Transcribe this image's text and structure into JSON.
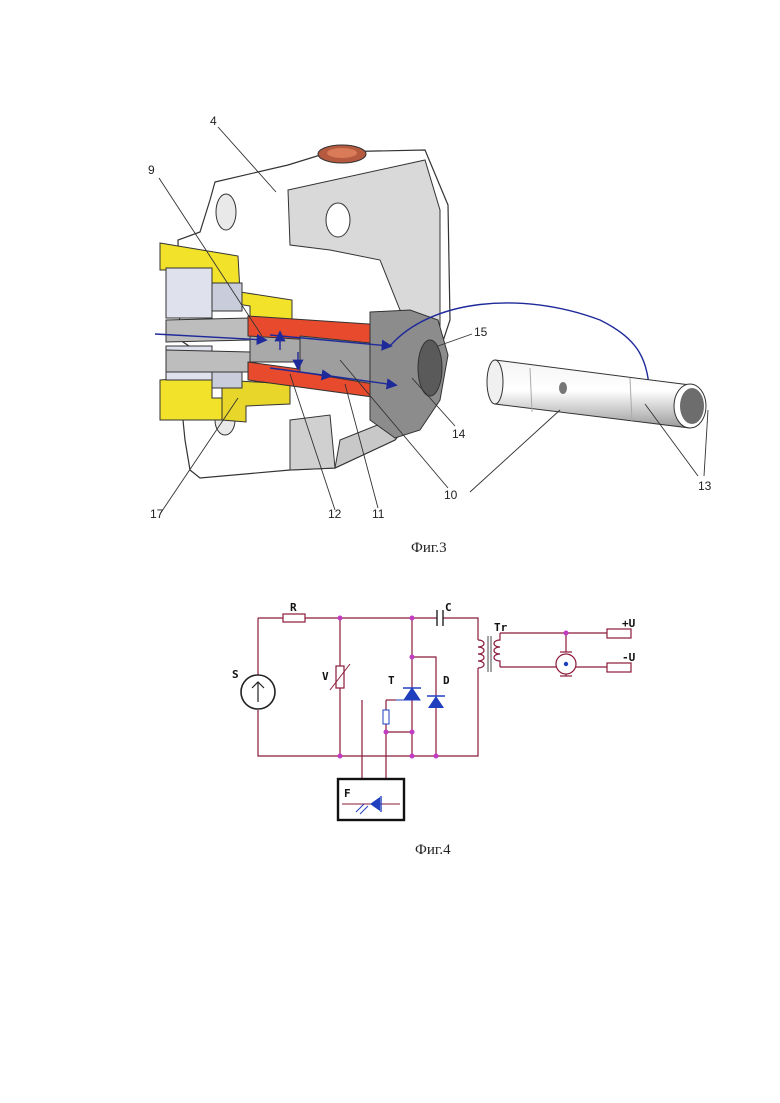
{
  "fig3": {
    "caption": "Фиг.3",
    "labels": {
      "l4": "4",
      "l9": "9",
      "l15": "15",
      "l14": "14",
      "l10": "10",
      "l13": "13",
      "l17": "17",
      "l12": "12",
      "l11": "11"
    }
  },
  "fig4": {
    "caption": "Фиг.4",
    "components": {
      "R": "R",
      "C": "C",
      "Tr": "Tr",
      "S": "S",
      "V": "V",
      "T": "T",
      "D": "D",
      "F": "F",
      "plusU": "+U",
      "minusU": "-U"
    }
  },
  "colors": {
    "wire": "#8b1a3a",
    "junction": "#c03cc0",
    "heater": "#e84a2e",
    "brass": "#f2e22a",
    "body": "#ffffff",
    "flow_arrow": "#1f2a9a"
  }
}
